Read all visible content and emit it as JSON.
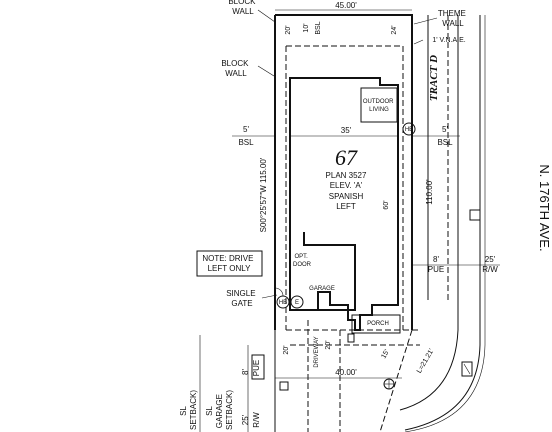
{
  "labels": {
    "block_wall_top": "BLOCK\nWALL",
    "block_wall_left": "BLOCK\nWALL",
    "theme_wall": "THEME\nWALL",
    "vnae": "1' V.N.A.E.",
    "tract": "TRACT D",
    "street": "N. 176TH AVE.",
    "lot_number": "67",
    "plan": "PLAN 3527",
    "elev": "ELEV. 'A'",
    "style": "SPANISH",
    "hand": "LEFT",
    "outdoor_living": "OUTDOOR\nLIVING",
    "opt_door": "OPT.\nDOOR",
    "garage": "GARAGE",
    "porch": "PORCH",
    "driveway": "DRIVEWAY",
    "note": "NOTE: DRIVE\nLEFT ONLY",
    "single_gate": "SINGLE\nGATE",
    "hb": "HB",
    "e": "E",
    "pue_right": "PUE",
    "rw_right": "R/W",
    "pue_left": "PUE",
    "rw_left": "R/W",
    "bsl_top": "BSL",
    "bsl_left": "BSL",
    "bsl_right": "BSL",
    "setback_1": "SL\nSETBACK)",
    "setback_2": "SL\nGARAGE\nSETBACK)",
    "curve": "L=21.21'"
  },
  "dimensions": {
    "lot_width": "45.00'",
    "frontage": "40.00'",
    "lot_depth": "110.00'",
    "bearing": "S00°25'57\"W 115.00'",
    "house_width": "35'",
    "house_depth": "60'",
    "side_left": "5'",
    "side_right": "5'",
    "rear_left": "20'",
    "rear_right": "24'",
    "rear_bsl": "10'",
    "front_20": "20'",
    "pue_8_left": "8'",
    "pue_8_right": "8'",
    "rw_25_right": "25'",
    "rw_25_left": "25'",
    "drive_15": "15'",
    "drive_20": "20'"
  }
}
